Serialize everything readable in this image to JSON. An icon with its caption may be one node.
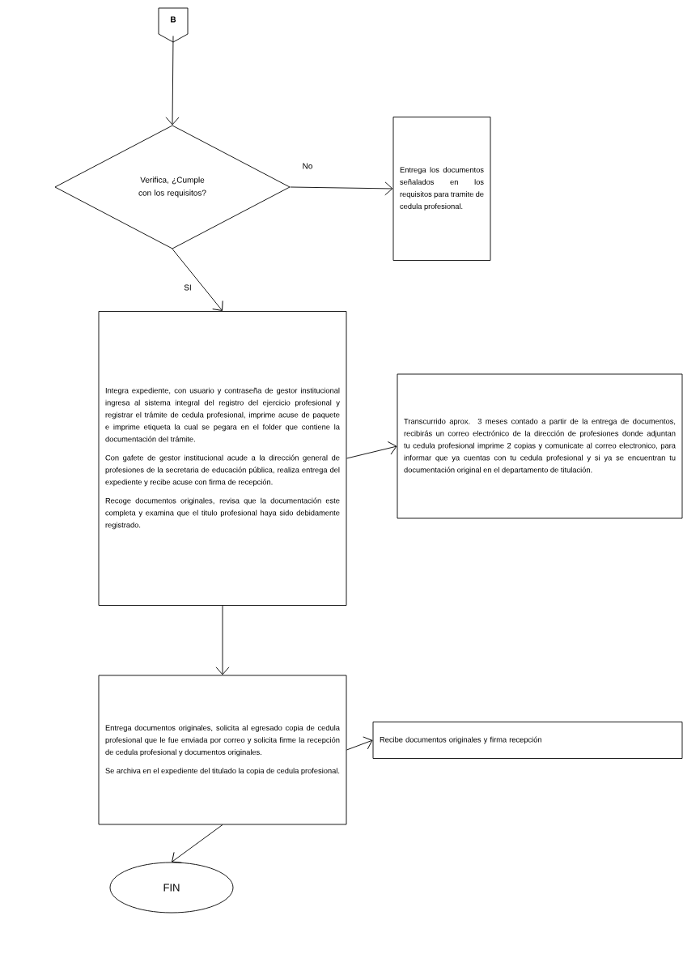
{
  "diagram": {
    "nodes": [
      {
        "text": [
          "B"
        ]
      },
      {
        "text": [
          "Verifica, ¿Cumple con los requisitos?"
        ]
      },
      {
        "text": [
          "Entrega los documentos señalados en los requisitos para tramite de cedula profesional."
        ]
      },
      {
        "text": [
          "Integra expediente, con usuario y contraseña de gestor institucional ingresa al sistema integral del registro del ejercicio profesional y registrar el trámite de cedula profesional, imprime acuse de paquete e imprime etiqueta la cual se pegara en el folder que contiene la documentación del trámite.",
          "Con gafete de gestor institucional acude a la dirección general de profesiones de la secretaria de educación pública, realiza entrega del expediente y recibe acuse con firma de recepción.",
          "Recoge documentos originales, revisa que la documentación este completa y examina que el titulo profesional haya sido debidamente registrado."
        ]
      },
      {
        "text": [
          "Transcurrido aprox. 3 meses contado a partir de la entrega de documentos, recibirás un correo electrónico de la dirección de profesiones donde adjuntan tu cedula profesional imprime 2 copias y comunicate al correo electronico, para informar que ya cuentas con tu cedula profesional y si ya se encuentran tu documentación original en el departamento de titulación."
        ]
      },
      {
        "text": [
          "Entrega documentos originales, solicita al egresado copia de cedula profesional que le fue enviada por correo y solicita firme la recepción de cedula profesional y documentos originales.",
          "Se archiva en el expediente del titulado la copia de cedula profesional."
        ]
      },
      {
        "text": [
          "Recibe documentos originales y firma recepción"
        ]
      },
      {
        "text": [
          "FIN"
        ]
      }
    ],
    "edges": [
      {
        "from": 0,
        "to": 1,
        "arrow": "to"
      },
      {
        "from": 1,
        "to": 2,
        "arrow": "to",
        "label": "No"
      },
      {
        "from": 1,
        "to": 3,
        "arrow": "to",
        "label": "SI"
      },
      {
        "from": 3,
        "to": 4,
        "arrow": "to"
      },
      {
        "from": 3,
        "to": 5,
        "arrow": "to"
      },
      {
        "from": 5,
        "to": 6,
        "arrow": "to"
      },
      {
        "from": 5,
        "to": 7,
        "arrow": "to"
      }
    ]
  }
}
